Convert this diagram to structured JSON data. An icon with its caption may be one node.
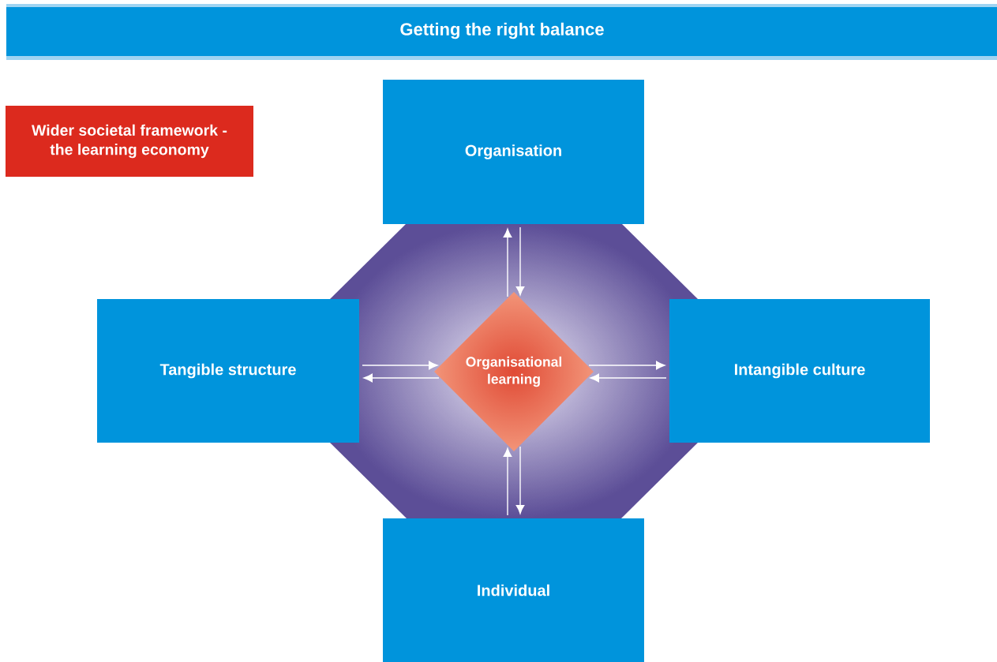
{
  "diagram": {
    "title": "Getting the right balance",
    "nodes": [
      {
        "text": [
          "Wider societal framework - the learning economy"
        ]
      },
      {
        "text": [
          "Organisation"
        ]
      },
      {
        "text": [
          "Tangible structure"
        ]
      },
      {
        "text": [
          "Organisational learning"
        ]
      },
      {
        "text": [
          "Intangible culture"
        ]
      },
      {
        "text": [
          "Individual"
        ]
      }
    ],
    "edges": [
      {
        "from": 1,
        "to": 3,
        "arrow": "to"
      },
      {
        "from": 3,
        "to": 1,
        "arrow": "to"
      },
      {
        "from": 2,
        "to": 3,
        "arrow": "to"
      },
      {
        "from": 3,
        "to": 2,
        "arrow": "to"
      },
      {
        "from": 3,
        "to": 4,
        "arrow": "to"
      },
      {
        "from": 4,
        "to": 3,
        "arrow": "to"
      },
      {
        "from": 5,
        "to": 3,
        "arrow": "to"
      },
      {
        "from": 3,
        "to": 5,
        "arrow": "to"
      }
    ]
  }
}
